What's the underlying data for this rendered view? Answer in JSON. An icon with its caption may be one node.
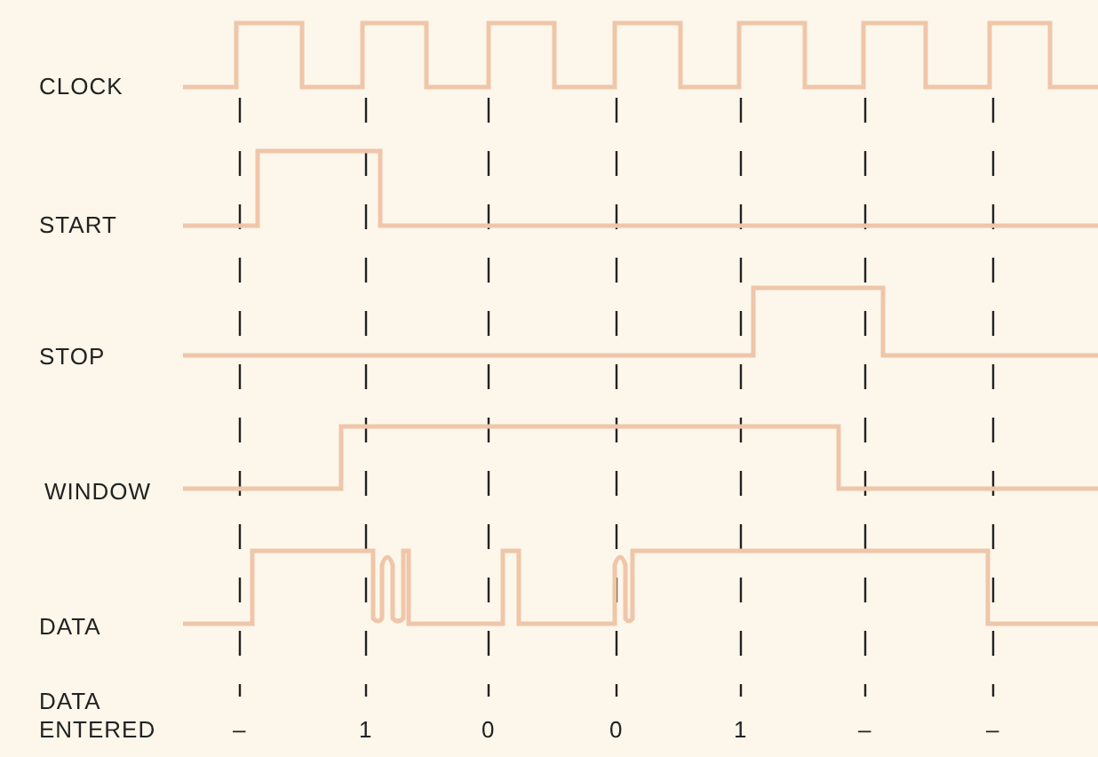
{
  "diagram": {
    "labels": [
      "CLOCK",
      "START",
      "STOP",
      "WINDOW",
      "DATA",
      "DATA ENTERED",
      "–",
      "1",
      "0",
      "0",
      "1",
      "–",
      "–"
    ]
  }
}
